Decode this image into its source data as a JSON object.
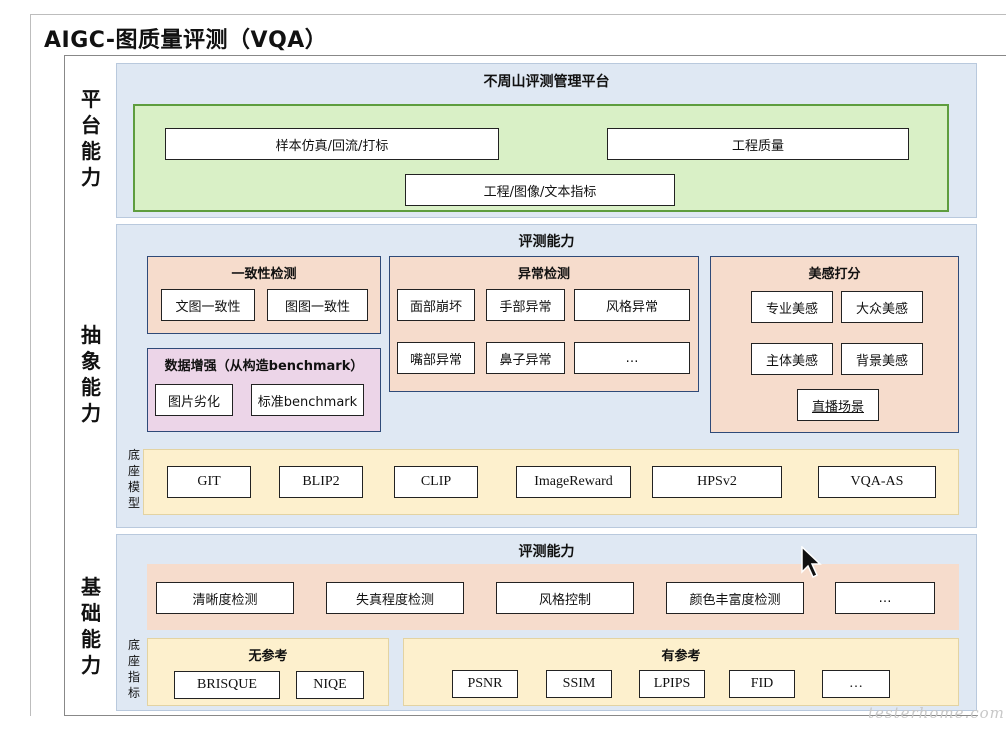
{
  "title": "AIGC-图质量评测（VQA）",
  "side_labels": {
    "platform": "平台能力",
    "abstract": "抽象能力",
    "base": "基础能力"
  },
  "platform": {
    "title": "不周山评测管理平台",
    "items": [
      "样本仿真/回流/打标",
      "工程质量",
      "工程/图像/文本指标"
    ]
  },
  "abstract": {
    "title": "评测能力",
    "consistency": {
      "title": "一致性检测",
      "items": [
        "文图一致性",
        "图图一致性"
      ]
    },
    "anomaly": {
      "title": "异常检测",
      "items": [
        "面部崩坏",
        "手部异常",
        "风格异常",
        "嘴部异常",
        "鼻子异常",
        "…"
      ]
    },
    "aesthetic": {
      "title": "美感打分",
      "items": [
        "专业美感",
        "大众美感",
        "主体美感",
        "背景美感",
        "直播场景"
      ]
    },
    "augment": {
      "title": "数据增强（从构造benchmark）",
      "items": [
        "图片劣化",
        "标准benchmark"
      ]
    },
    "models_label": "底座模型",
    "models": [
      "GIT",
      "BLIP2",
      "CLIP",
      "ImageReward",
      "HPSv2",
      "VQA-AS"
    ]
  },
  "base": {
    "title": "评测能力",
    "items": [
      "清晰度检测",
      "失真程度检测",
      "风格控制",
      "颜色丰富度检测",
      "…"
    ],
    "metrics_label": "底座指标",
    "no_ref": {
      "title": "无参考",
      "items": [
        "BRISQUE",
        "NIQE"
      ]
    },
    "ref": {
      "title": "有参考",
      "items": [
        "PSNR",
        "SSIM",
        "LPIPS",
        "FID",
        "…"
      ]
    }
  },
  "watermark": "testerhome.com",
  "icons": {
    "cursor": "mouse-pointer-icon"
  },
  "colors": {
    "band": "#dfe8f3",
    "platform_green": "#d9f0c6",
    "group_peach": "#f6dccc",
    "group_pink": "#ecd5e8",
    "model_yellow": "#fdf0cd"
  }
}
